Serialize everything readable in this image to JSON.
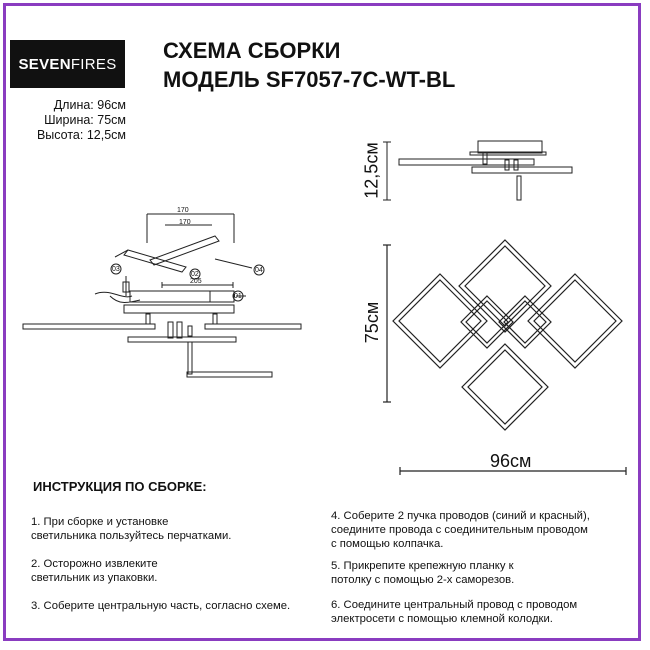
{
  "logo": {
    "part1": "SEVEN",
    "part2": "FIRES"
  },
  "title": {
    "line1": "СХЕМА СБОРКИ",
    "line2": "МОДЕЛЬ SF7057-7C-WT-BL"
  },
  "dimensions": {
    "length": "Длина: 96см",
    "width": "Ширина: 75см",
    "height": "Высота: 12,5см"
  },
  "labels": {
    "height": "12,5см",
    "width": "75см",
    "length": "96см",
    "dim170a": "170",
    "dim170b": "170",
    "dim205": "205",
    "p01": "01",
    "p02": "02",
    "p03": "03",
    "p04": "04"
  },
  "instructions": {
    "heading": "ИНСТРУКЦИЯ ПО СБОРКЕ:",
    "s1a": "1. При сборке и установке",
    "s1b": "светильника пользуйтесь перчатками.",
    "s2a": "2. Осторожно извлеките",
    "s2b": "светильник из упаковки.",
    "s3": "3. Соберите центральную часть, согласно схеме.",
    "s4a": "4. Соберите 2 пучка проводов (синий и красный),",
    "s4b": "соедините провода с соединительным проводом",
    "s4c": "с помощью колпачка.",
    "s5a": "5. Прикрепите крепежную планку к",
    "s5b": "потолку с помощью 2-х саморезов.",
    "s6a": "6. Соедините центральный провод с проводом",
    "s6b": "электросети с помощью клемной колодки."
  }
}
